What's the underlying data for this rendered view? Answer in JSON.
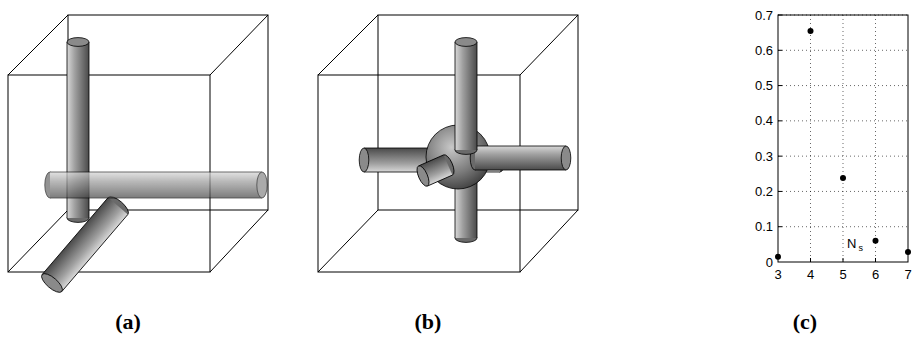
{
  "diagram": {
    "labels": [
      "(a)",
      "(b)",
      "(c)",
      "0",
      "0.1",
      "0.2",
      "0.3",
      "0.4",
      "0.5",
      "0.6",
      "0.7",
      "3",
      "4",
      "5",
      "6",
      "7",
      "N",
      "s"
    ]
  }
}
